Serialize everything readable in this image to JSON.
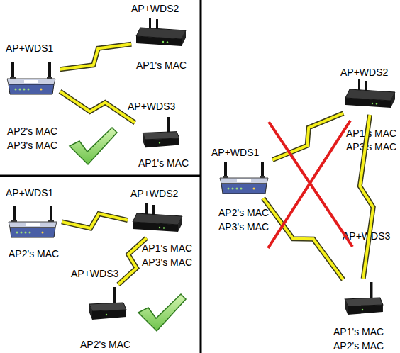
{
  "diagram": {
    "nodes": [
      {
        "text": [
          "AP+WDS1",
          "AP2's MAC",
          "AP3's MAC"
        ]
      },
      {
        "text": [
          "AP+WDS2",
          "AP1's MAC"
        ]
      },
      {
        "text": [
          "AP+WDS3",
          "AP1's MAC"
        ]
      },
      {
        "text": [
          "AP+WDS1",
          "AP2's MAC"
        ]
      },
      {
        "text": [
          "AP+WDS2",
          "AP1's MAC",
          "AP3's MAC"
        ]
      },
      {
        "text": [
          "AP+WDS3",
          "AP2's MAC"
        ]
      },
      {
        "text": [
          "AP+WDS2",
          "AP1's MAC",
          "AP3's MAC"
        ]
      },
      {
        "text": [
          "AP+WDS1",
          "AP2's MAC",
          "AP3's MAC"
        ]
      },
      {
        "text": [
          "AP+WDS3",
          "AP1's MAC",
          "AP2's MAC"
        ]
      }
    ],
    "edges": [
      {
        "from": 0,
        "to": 1,
        "arrow": "none"
      },
      {
        "from": 0,
        "to": 2,
        "arrow": "none"
      },
      {
        "from": 3,
        "to": 4,
        "arrow": "none"
      },
      {
        "from": 4,
        "to": 5,
        "arrow": "none"
      },
      {
        "from": 7,
        "to": 6,
        "arrow": "none"
      },
      {
        "from": 7,
        "to": 8,
        "arrow": "none"
      },
      {
        "from": 6,
        "to": 8,
        "arrow": "none"
      }
    ]
  }
}
